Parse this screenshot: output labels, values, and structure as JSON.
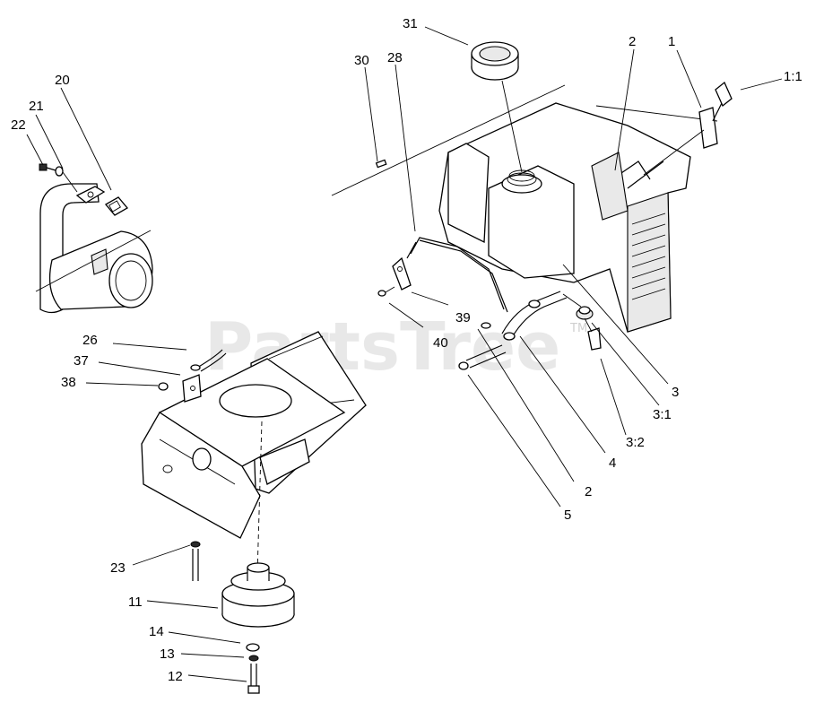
{
  "watermark": {
    "text": "PartsTree",
    "trademark": "TM"
  },
  "labels": {
    "l1": "1",
    "l1_1": "1:1",
    "l2_top": "2",
    "l2_bottom": "2",
    "l3": "3",
    "l3_1": "3:1",
    "l3_2": "3:2",
    "l4": "4",
    "l5": "5",
    "l11": "11",
    "l12": "12",
    "l13": "13",
    "l14": "14",
    "l20": "20",
    "l21": "21",
    "l22": "22",
    "l23": "23",
    "l26": "26",
    "l28": "28",
    "l30": "30",
    "l31": "31",
    "l37": "37",
    "l38": "38",
    "l39": "39",
    "l40": "40"
  }
}
